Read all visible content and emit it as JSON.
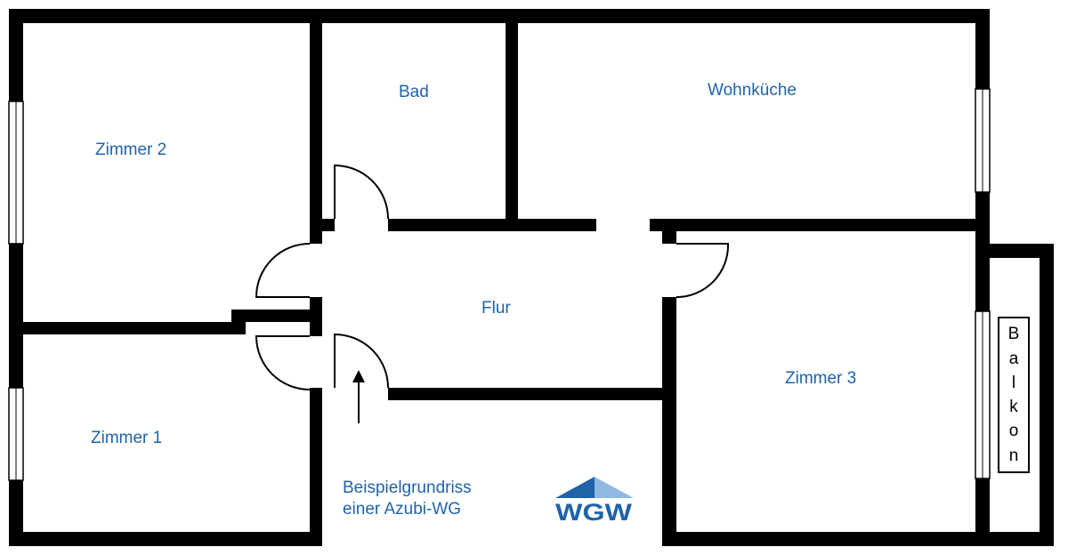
{
  "rooms": {
    "zimmer2": "Zimmer 2",
    "bad": "Bad",
    "wohnkueche": "Wohnküche",
    "flur": "Flur",
    "zimmer3": "Zimmer 3",
    "zimmer1": "Zimmer 1",
    "balkon": "Balkon"
  },
  "caption": {
    "line1": "Beispielgrundriss",
    "line2": "einer Azubi-WG"
  },
  "logo": {
    "text": "WGW",
    "color_dark": "#1f63a8",
    "color_light": "#8fb9e0"
  },
  "colors": {
    "wall": "#000000",
    "label": "#1f63a8"
  }
}
